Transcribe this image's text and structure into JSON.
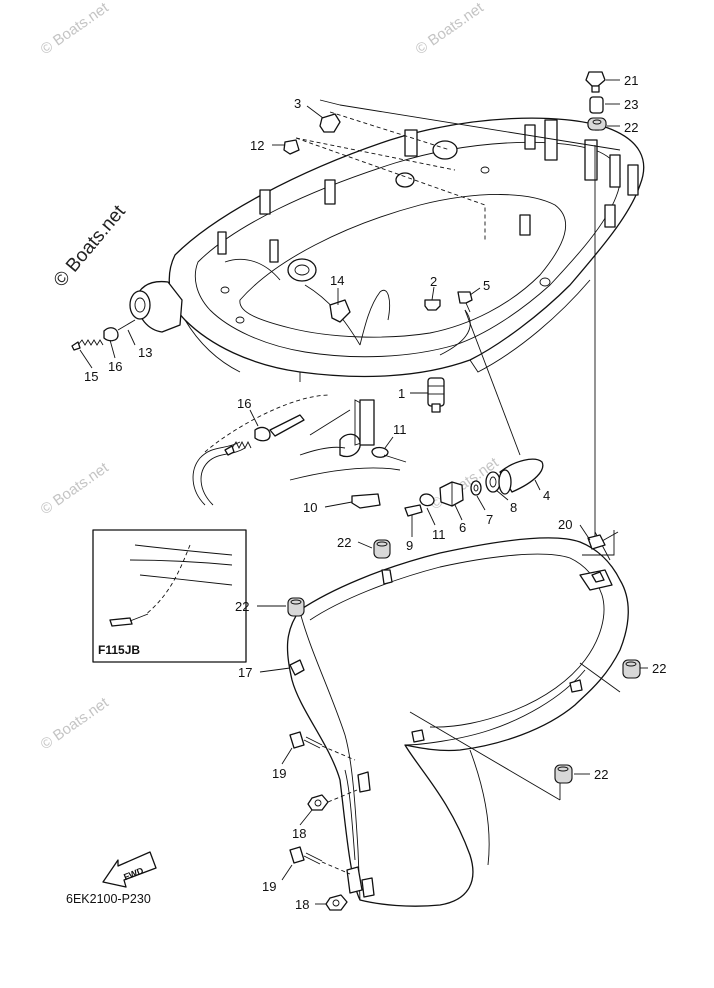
{
  "diagram": {
    "code": "6EK2100-P230",
    "inset_label": "F115JB",
    "fwd_label": "FWD",
    "watermark_text": "© Boats.net",
    "callouts": {
      "c1": "1",
      "c2": "2",
      "c3": "3",
      "c4": "4",
      "c5": "5",
      "c6": "6",
      "c7": "7",
      "c8": "8",
      "c9": "9",
      "c10": "10",
      "c11a": "11",
      "c11b": "11",
      "c12": "12",
      "c13": "13",
      "c14": "14",
      "c15": "15",
      "c16a": "16",
      "c16b": "16",
      "c17": "17",
      "c18a": "18",
      "c18b": "18",
      "c19a": "19",
      "c19b": "19",
      "c20": "20",
      "c21": "21",
      "c22a": "22",
      "c22b": "22",
      "c22c": "22",
      "c22d": "22",
      "c22e": "22",
      "c23": "23"
    }
  }
}
